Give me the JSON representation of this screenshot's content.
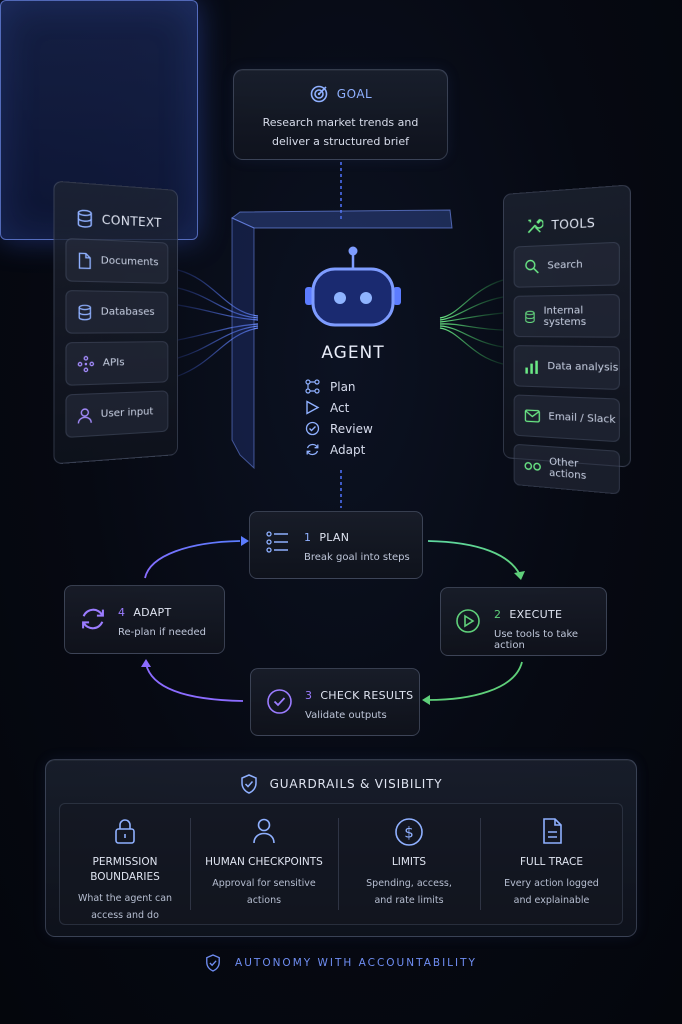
{
  "goal": {
    "title": "GOAL",
    "line1": "Research market trends and",
    "line2": "deliver a structured brief"
  },
  "context": {
    "title": "CONTEXT",
    "items": [
      {
        "label": "Documents",
        "icon": "document-icon"
      },
      {
        "label": "Databases",
        "icon": "database-icon"
      },
      {
        "label": "APIs",
        "icon": "api-icon"
      },
      {
        "label": "User input",
        "icon": "user-icon"
      }
    ]
  },
  "tools": {
    "title": "TOOLS",
    "items": [
      {
        "label": "Search",
        "icon": "search-icon"
      },
      {
        "label": "Internal systems",
        "icon": "database-icon"
      },
      {
        "label": "Data analysis",
        "icon": "bar-chart-icon"
      },
      {
        "label": "Email / Slack",
        "icon": "mail-icon"
      },
      {
        "label": "Other actions",
        "icon": "link-icon"
      }
    ]
  },
  "agent": {
    "title": "AGENT",
    "actions": [
      "Plan",
      "Act",
      "Review",
      "Adapt"
    ]
  },
  "cycle": {
    "plan": {
      "num": "1",
      "title": "PLAN",
      "desc": "Break goal into steps"
    },
    "execute": {
      "num": "2",
      "title": "EXECUTE",
      "desc": "Use tools to take action"
    },
    "check": {
      "num": "3",
      "title": "CHECK RESULTS",
      "desc": "Validate outputs"
    },
    "adapt": {
      "num": "4",
      "title": "ADAPT",
      "desc": "Re-plan if needed"
    }
  },
  "guardrails": {
    "title": "GUARDRAILS & VISIBILITY",
    "items": [
      {
        "title1": "PERMISSION",
        "title2": "BOUNDARIES",
        "desc1": "What the agent can",
        "desc2": "access and do"
      },
      {
        "title1": "HUMAN CHECKPOINTS",
        "title2": "",
        "desc1": "Approval for sensitive",
        "desc2": "actions"
      },
      {
        "title1": "LIMITS",
        "title2": "",
        "desc1": "Spending, access,",
        "desc2": "and rate limits"
      },
      {
        "title1": "FULL TRACE",
        "title2": "",
        "desc1": "Every action logged",
        "desc2": "and explainable"
      }
    ]
  },
  "footer": {
    "text": "AUTONOMY WITH ACCOUNTABILITY"
  },
  "colors": {
    "accent_blue": "#6f8df2",
    "accent_green": "#5fd07a",
    "accent_purple": "#9b7cff"
  }
}
